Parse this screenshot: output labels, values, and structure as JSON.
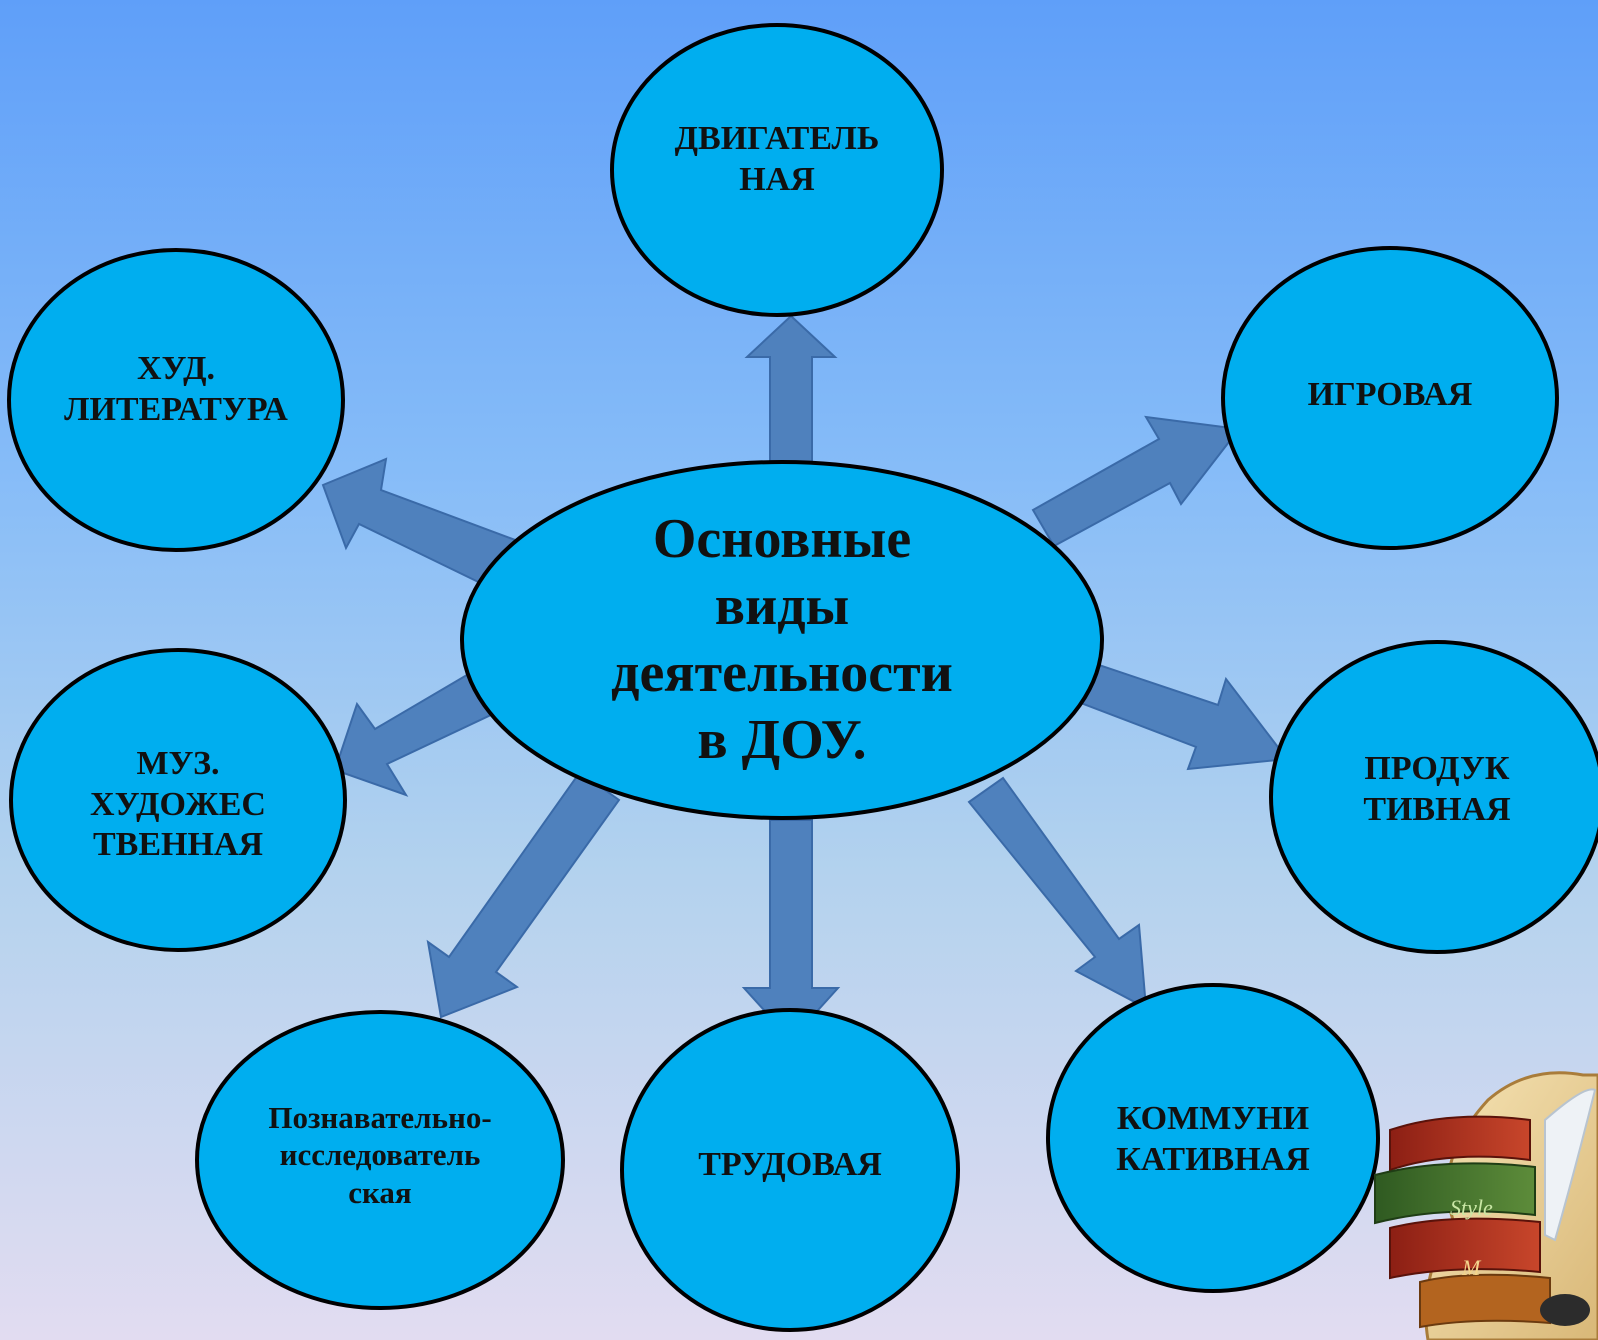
{
  "colors": {
    "node_fill": "#00aeef",
    "node_stroke": "#000000",
    "arrow_fill": "#4f81bd",
    "arrow_stroke": "#3a6aa8"
  },
  "center": {
    "label": "Основные\nвиды\nдеятельности\nв ДОУ."
  },
  "nodes": [
    {
      "key": "motor",
      "label": "ДВИГАТЕЛЬ\nНАЯ"
    },
    {
      "key": "game",
      "label": "ИГРОВАЯ"
    },
    {
      "key": "productive",
      "label": "ПРОДУК\nТИВНАЯ"
    },
    {
      "key": "communicative",
      "label": "КОММУНИ\nКАТИВНАЯ"
    },
    {
      "key": "labor",
      "label": "ТРУДОВАЯ"
    },
    {
      "key": "cognitive",
      "label": "Познавательно-\nисследователь\nская"
    },
    {
      "key": "music",
      "label": "МУЗ.\nХУДОЖЕС\nТВЕННАЯ"
    },
    {
      "key": "literature",
      "label": "ХУД.\nЛИТЕРАТУРА"
    }
  ],
  "decoration": {
    "icon": "books-and-quill-icon"
  }
}
